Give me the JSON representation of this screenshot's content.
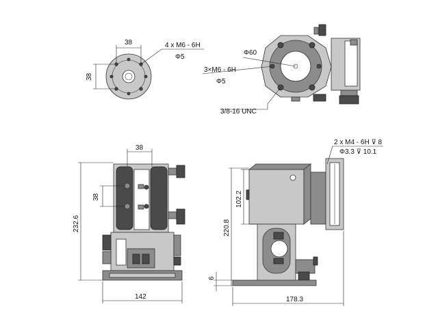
{
  "labels": {
    "flange_width_top": "38",
    "flange_height_left": "38",
    "thread_4x": "4 x M6 - 6H",
    "phi5_top": "Φ5",
    "phi60": "Φ60",
    "thread_3x": "3×M6 - 6H",
    "phi5_mid": "Φ5",
    "unc": "3/8-16 UNC",
    "front_width_top": "38",
    "front_mid_38": "38",
    "front_height": "232.6",
    "front_base": "142",
    "side_height_top": "102.2",
    "side_height_total": "220.8",
    "side_base_thk": "6",
    "side_width": "178.3",
    "m4_note": "2 x M4 - 6H ⊽ 8",
    "phi33_note": "Φ3.3 ⊽ 10.1"
  }
}
